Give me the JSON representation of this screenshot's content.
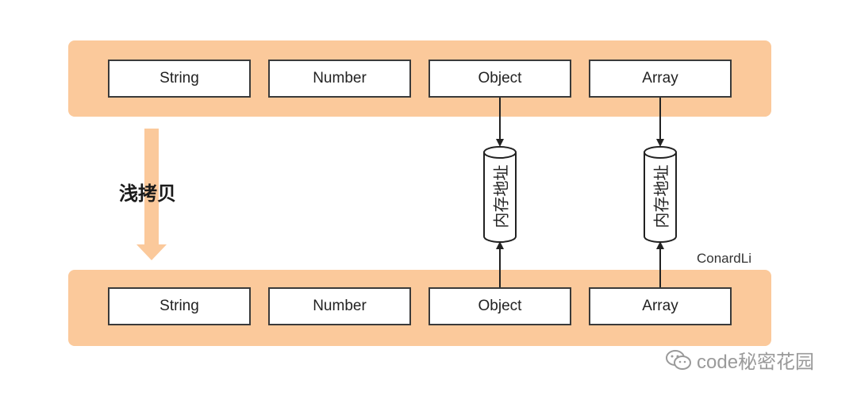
{
  "rows": {
    "top": [
      "String",
      "Number",
      "Object",
      "Array"
    ],
    "bottom": [
      "String",
      "Number",
      "Object",
      "Array"
    ]
  },
  "copy_label": "浅拷贝",
  "memory_label": "内存地址",
  "author": "ConardLi",
  "watermark": "code秘密花园",
  "colors": {
    "band": "#fbc99b",
    "copy_arrow": "#fbc99b",
    "box_border": "#3a3a3a",
    "watermark": "#9a9a9a"
  }
}
